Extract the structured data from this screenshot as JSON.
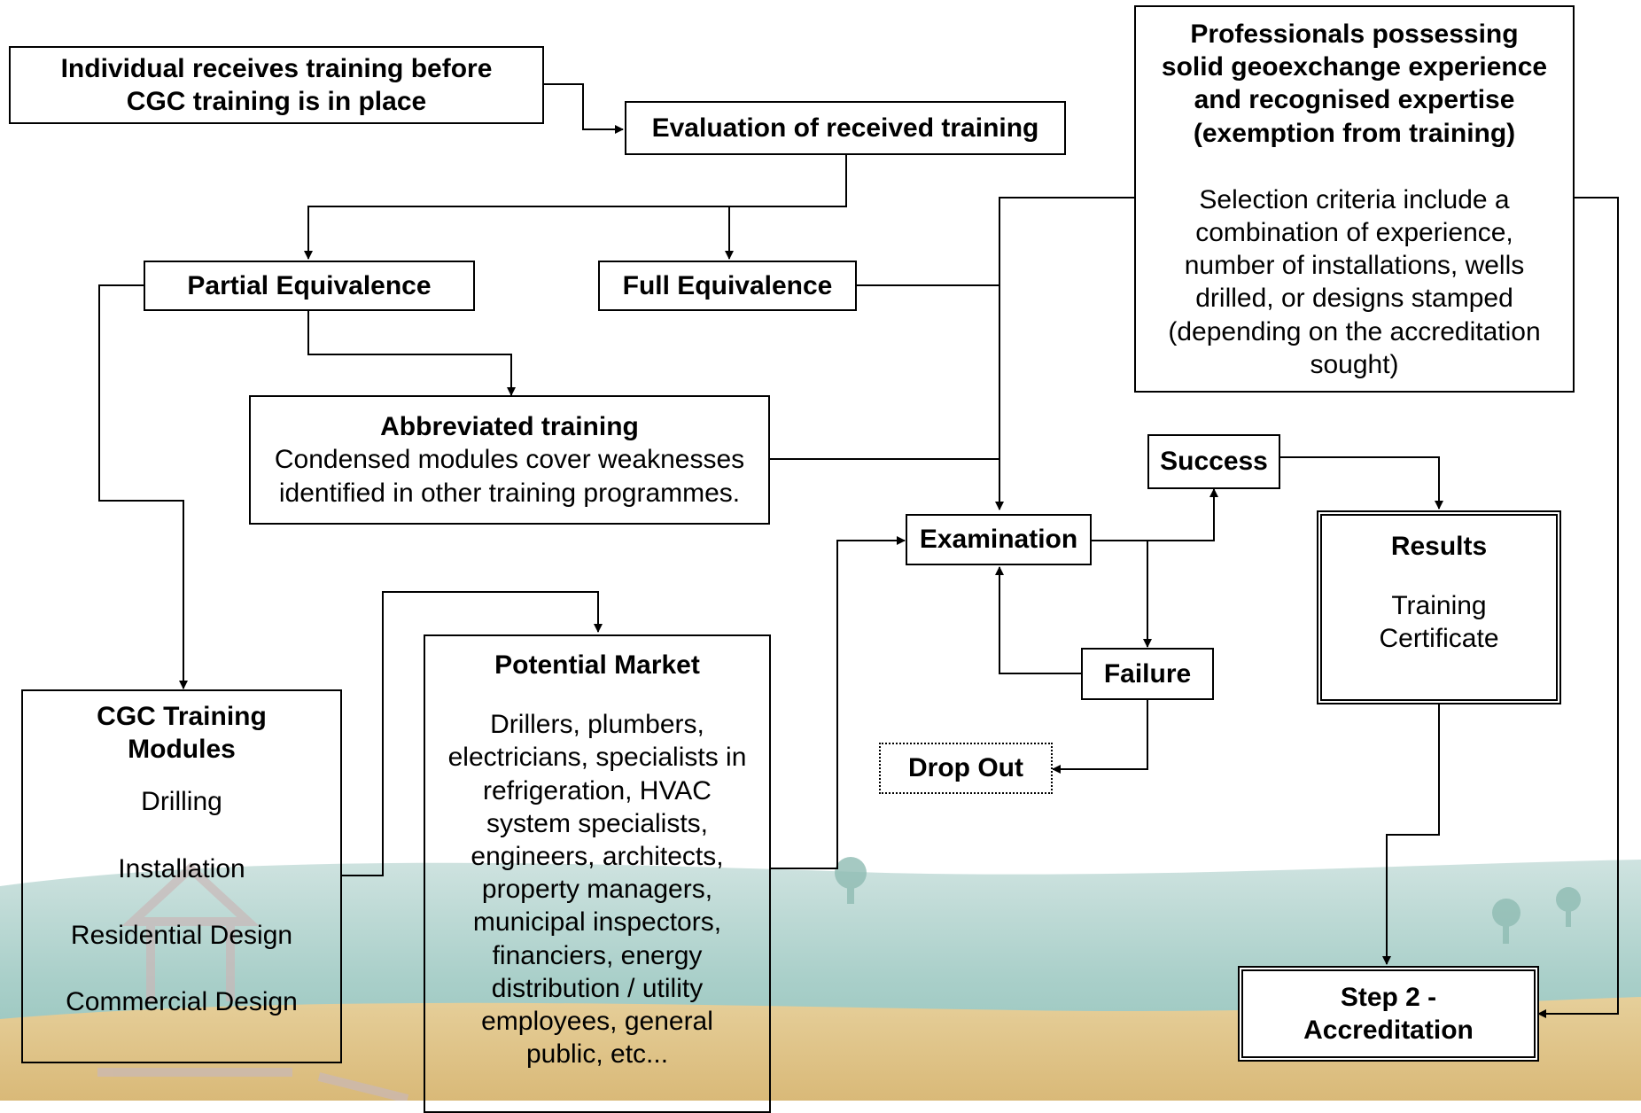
{
  "individual": "Individual receives training before\nCGC training is in place",
  "evaluation": "Evaluation of received training",
  "partial": "Partial Equivalence",
  "full": "Full Equivalence",
  "abbreviated": {
    "title": "Abbreviated training",
    "text": "Condensed modules cover weaknesses\nidentified in other training programmes."
  },
  "professionals": {
    "title": "Professionals possessing\nsolid geoexchange experience\nand recognised expertise\n(exemption from training)",
    "text": "Selection criteria include a\ncombination of experience,\nnumber of installations, wells\ndrilled, or designs stamped\n(depending on the accreditation\nsought)"
  },
  "success": "Success",
  "examination": "Examination",
  "failure": "Failure",
  "dropout": "Drop Out",
  "results": {
    "title": "Results",
    "text": "Training\nCertificate"
  },
  "step2": "Step 2 -\nAccreditation",
  "cgc": {
    "title": "CGC Training\nModules",
    "modules": [
      "Drilling",
      "Installation",
      "Residential Design",
      "Commercial Design"
    ]
  },
  "market": {
    "title": "Potential Market",
    "text": "Drillers, plumbers,\nelectricians, specialists in\nrefrigeration, HVAC\nsystem specialists,\nengineers, architects,\nproperty managers,\nmunicipal inspectors,\nfinanciers, energy\ndistribution / utility\nemployees, general\npublic, etc..."
  }
}
